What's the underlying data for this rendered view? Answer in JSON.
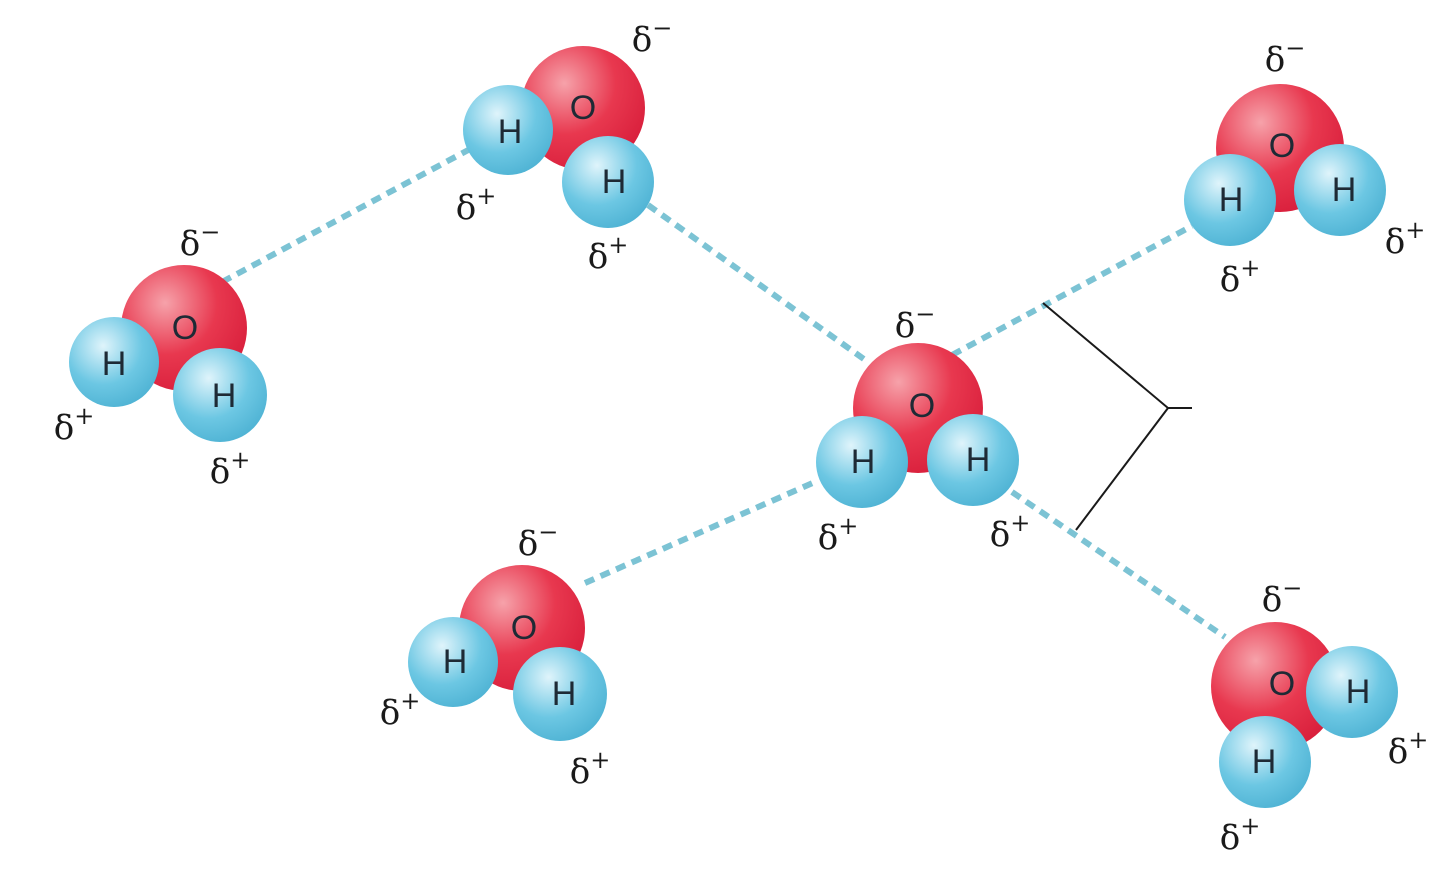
{
  "diagram": {
    "atom_labels": {
      "oxygen": "O",
      "hydrogen": "H"
    },
    "charges": {
      "delta": "δ",
      "negative": "−",
      "positive": "+"
    },
    "colors": {
      "oxygen": "#e8384f",
      "oxygen_highlight": "#f6a2aa",
      "hydrogen": "#6cc7e3",
      "hydrogen_highlight": "#dff4fb",
      "hydrogen_bond": "#7cc3d4",
      "bracket": "#1a1a1a"
    },
    "molecules": [
      {
        "id": "top-center"
      },
      {
        "id": "left"
      },
      {
        "id": "center"
      },
      {
        "id": "top-right"
      },
      {
        "id": "bottom-center"
      },
      {
        "id": "bottom-right"
      }
    ],
    "hydrogen_bond_count": 5
  }
}
